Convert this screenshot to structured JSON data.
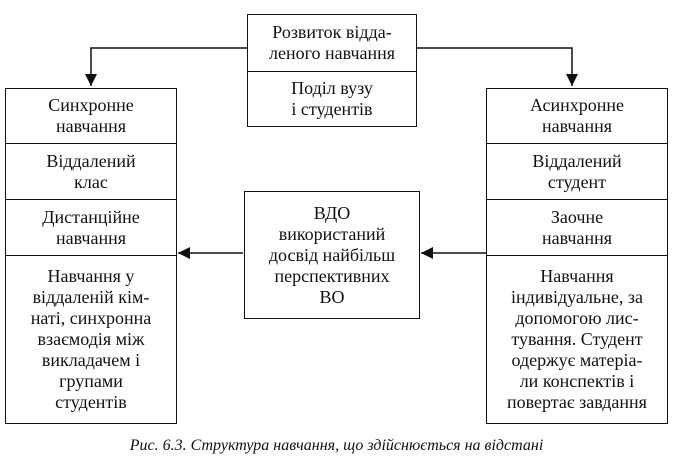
{
  "diagram": {
    "top_stack": [
      "Розвиток відда-\nленого навчання",
      "Поділ вузу\nі студентів"
    ],
    "left_stack": [
      "Синхронне\nнавчання",
      "Віддалений\nклас",
      "Дистанційне\nнавчання",
      "Навчання у\nвіддаленій кім-\nнаті, синхронна\nвзаємодія між\nвикладачем і\nгрупами\nстудентів"
    ],
    "center_box": "ВДО\nвикористаний\nдосвід найбільш\nперспективних\nВО",
    "right_stack": [
      "Асинхронне\nнавчання",
      "Віддалений\nстудент",
      "Заочне\nнавчання",
      "Навчання\nіндивідуальне, за\nдопомогою лис-\nтування. Студент\nодержує матеріа-\nли конспектів і\nповертає завдання"
    ]
  },
  "caption": "Рис. 6.3. Структура навчання, що здійснюється на відстані"
}
